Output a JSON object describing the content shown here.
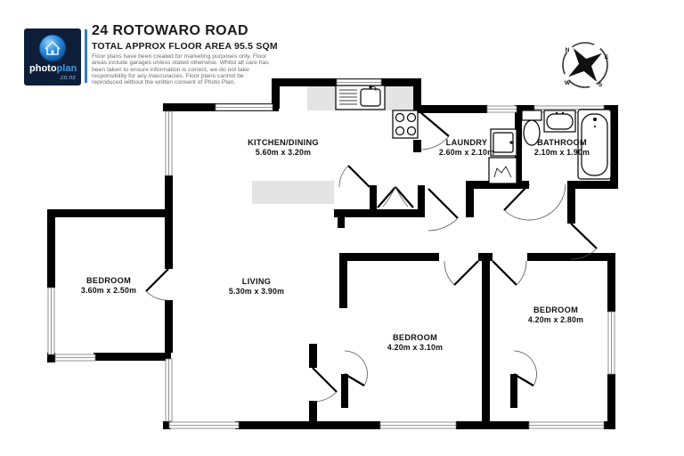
{
  "header": {
    "title": "24 ROTOWARO ROAD",
    "subtitle": "TOTAL APPROX FLOOR AREA 95.5 SQM",
    "disclaimer": [
      "Floor plans have been created for marketing purposes only. Floor",
      "areas include garages unless stated otherwise. Whilst all care has",
      "been taken to ensure information is correct, we do not take",
      "responsibility for any inaccuracies. Floor plans cannot be",
      "reproduced without the written consent of Photo Plan."
    ]
  },
  "logo": {
    "brand_photo": "photo",
    "brand_plan": "plan",
    "brand_domain": ".co.nz"
  },
  "compass": {
    "n": "N",
    "e": "E",
    "s": "S",
    "w": "W"
  },
  "colors": {
    "walls": "#000000",
    "counter": "#e4e4e4",
    "brand_blue": "#3f9be8",
    "logo_navy": "#0e1e38"
  },
  "rooms": [
    {
      "id": "kitchen-dining",
      "name": "KITCHEN/DINING",
      "dims": "5.60m x 3.20m"
    },
    {
      "id": "laundry",
      "name": "LAUNDRY",
      "dims": "2.60m x 2.10m"
    },
    {
      "id": "bathroom",
      "name": "BATHROOM",
      "dims": "2.10m x 1.90m"
    },
    {
      "id": "bedroom-left",
      "name": "BEDROOM",
      "dims": "3.60m x 2.50m"
    },
    {
      "id": "living",
      "name": "LIVING",
      "dims": "5.30m x 3.90m"
    },
    {
      "id": "bedroom-middle",
      "name": "BEDROOM",
      "dims": "4.20m x 3.10m"
    },
    {
      "id": "bedroom-right",
      "name": "BEDROOM",
      "dims": "4.20m x 2.80m"
    }
  ]
}
